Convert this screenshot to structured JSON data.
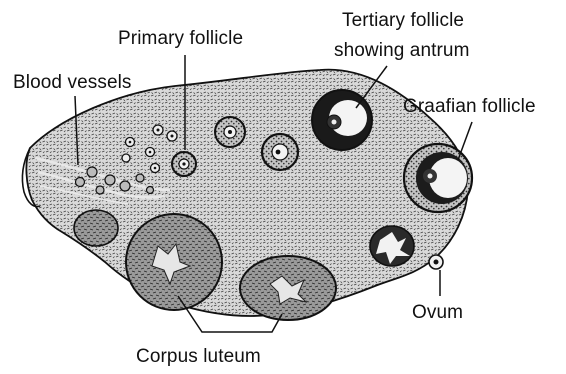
{
  "diagram": {
    "labels": {
      "primary_follicle": "Primary follicle",
      "tertiary_follicle_line1": "Tertiary follicle",
      "tertiary_follicle_line2": "showing antrum",
      "blood_vessels": "Blood vessels",
      "graafian_follicle": "Graafian follicle",
      "ovum": "Ovum",
      "corpus_luteum": "Corpus luteum"
    }
  }
}
